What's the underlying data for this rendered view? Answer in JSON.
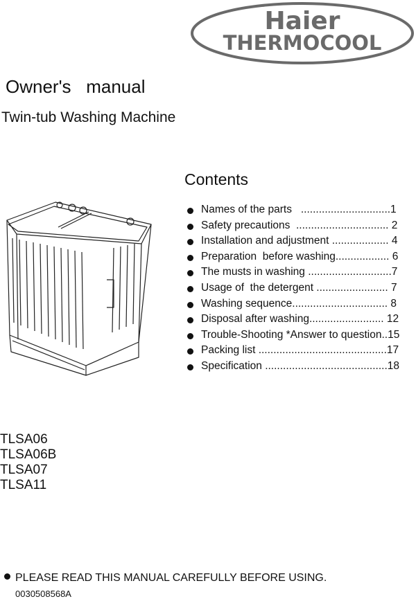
{
  "brand": {
    "line1": "Haier",
    "line2": "THERMOCOOL"
  },
  "title": "Owner's   manual",
  "subtitle": "Twin-tub Washing Machine",
  "contents": {
    "heading": "Contents",
    "items": [
      {
        "label": "Names of the parts   ..............................1"
      },
      {
        "label": "Safety precautions  ............................... 2"
      },
      {
        "label": "Installation and adjustment ................... 4"
      },
      {
        "label": "Preparation  before washing.................. 6"
      },
      {
        "label": "The musts in washing ............................7"
      },
      {
        "label": "Usage of  the detergent ........................ 7"
      },
      {
        "label": "Washing sequence................................ 8"
      },
      {
        "label": "Disposal after washing......................... 12"
      },
      {
        "label": "Trouble-Shooting *Answer to question..15"
      },
      {
        "label": "Packing list ...........................................17"
      },
      {
        "label": "Specification .........................................18"
      }
    ]
  },
  "models": [
    "TLSA06",
    "TLSA06B",
    "TLSA07",
    "TLSA11"
  ],
  "notice": "PLEASE READ THIS MANUAL CAREFULLY BEFORE USING.",
  "document_code": "0030508568A"
}
